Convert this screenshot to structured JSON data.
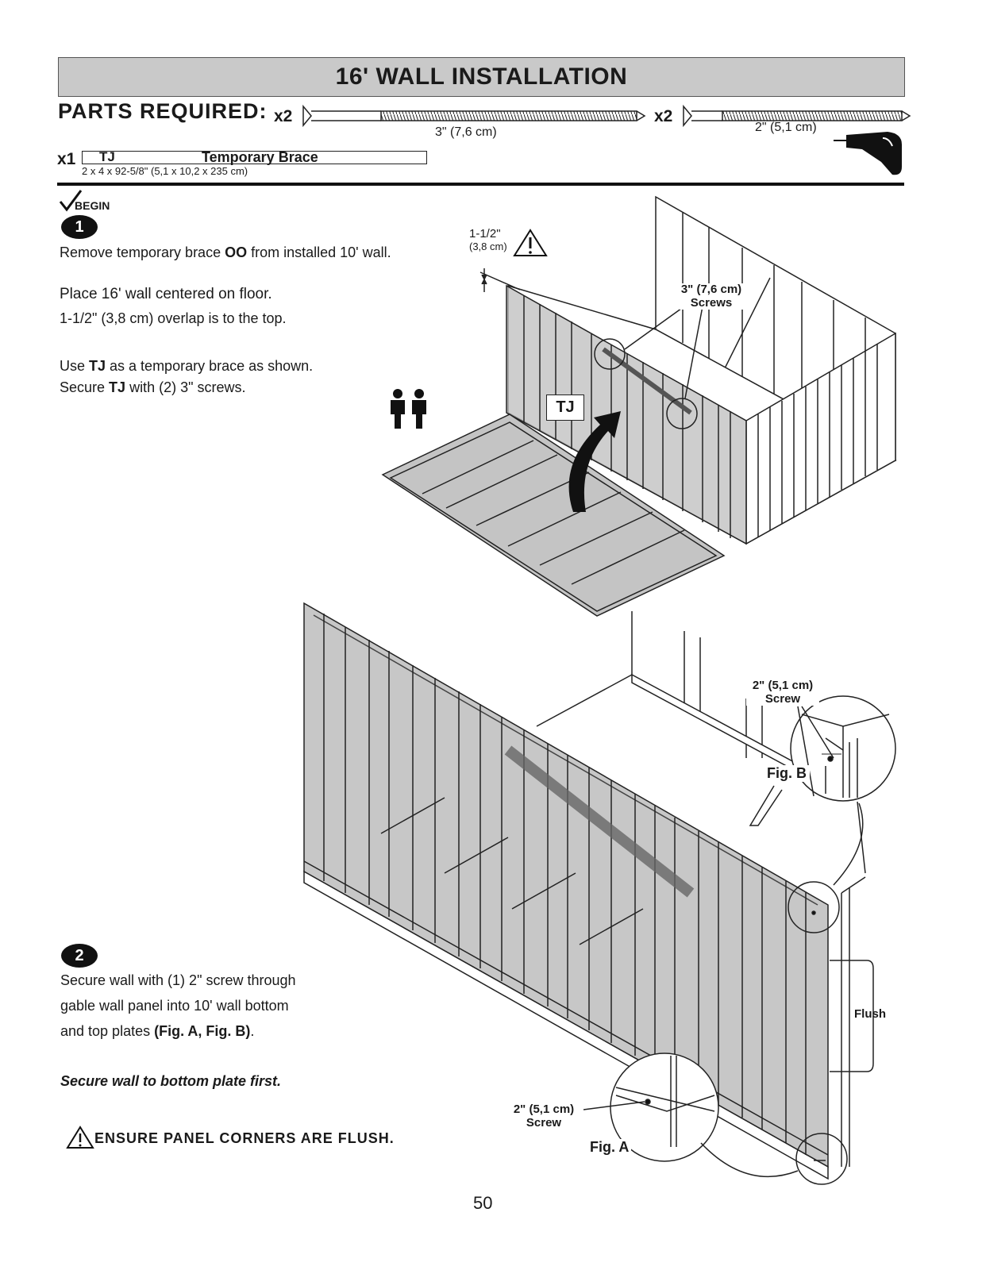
{
  "header": {
    "title": "16' WALL INSTALLATION"
  },
  "parts": {
    "heading": "PARTS REQUIRED:",
    "screw_long": {
      "qty": "x2",
      "size": "3\" (7,6 cm)"
    },
    "screw_short": {
      "qty": "x2",
      "size": "2\" (5,1 cm)"
    },
    "brace": {
      "qty": "x1",
      "code": "TJ",
      "name": "Temporary Brace",
      "dims": "2 x 4 x 92-5/8\" (5,1 x 10,2 x 235 cm)"
    }
  },
  "begin_label": "BEGIN",
  "step1": {
    "number": "1",
    "line1_a": "Remove temporary brace ",
    "line1_b": "OO",
    "line1_c": " from installed 10' wall.",
    "line2": "Place 16' wall centered on floor.",
    "line3": "1-1/2\" (3,8 cm) overlap is to the top.",
    "line4_a": "Use ",
    "line4_b": "TJ",
    "line4_c": " as a temporary brace as shown.",
    "line5_a": "Secure ",
    "line5_b": "TJ",
    "line5_c": " with (2) 3\" screws."
  },
  "diagram1": {
    "overlap_label_1": "1-1/2\"",
    "overlap_label_2": "(3,8 cm)",
    "screws_label_1": "3\" (7,6 cm)",
    "screws_label_2": "Screws",
    "tj_label": "TJ"
  },
  "step2": {
    "number": "2",
    "line1": "Secure wall with (1) 2\" screw through",
    "line2": "gable wall panel into 10' wall bottom",
    "line3_a": "and top plates ",
    "line3_b": "(Fig. A, Fig. B)",
    "line3_c": ".",
    "note": "Secure wall to bottom plate first.",
    "warning": "ENSURE PANEL CORNERS ARE FLUSH."
  },
  "diagram2": {
    "figb_screw_1": "2\" (5,1 cm)",
    "figb_screw_2": "Screw",
    "figb_label": "Fig. B",
    "figa_screw_1": "2\" (5,1 cm)",
    "figa_screw_2": "Screw",
    "figa_label": "Fig. A",
    "flush_label": "Flush"
  },
  "footer": {
    "page_number": "50"
  }
}
